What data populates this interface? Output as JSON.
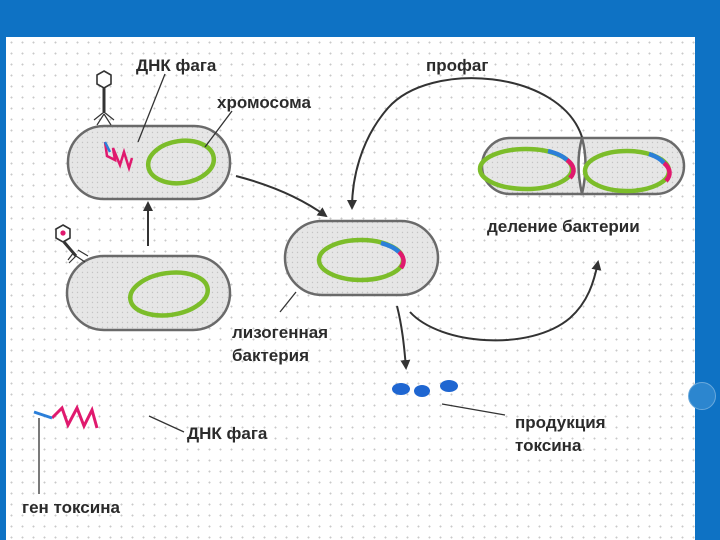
{
  "labels": {
    "phage_dna_top": "ДНК фага",
    "chromosome": "хромосома",
    "prophage": "профаг",
    "bacterial_division": "деление бактерии",
    "lysogenic_line1": "лизогенная",
    "lysogenic_line2": "бактерия",
    "phage_dna_legend": "ДНК фага",
    "toxin_production_line1": "продукция",
    "toxin_production_line2": "токсина",
    "toxin_gene": "ген токсина"
  },
  "colors": {
    "frame_blue": "#0e72c4",
    "chromosome_green": "#7cbd2a",
    "phage_dna_blue": "#2b7fd9",
    "phage_dna_magenta": "#e0196e",
    "toxin_blue": "#1f66d1",
    "cell_fill": "#e2e2e2",
    "cell_outline": "#6a6a6a"
  }
}
